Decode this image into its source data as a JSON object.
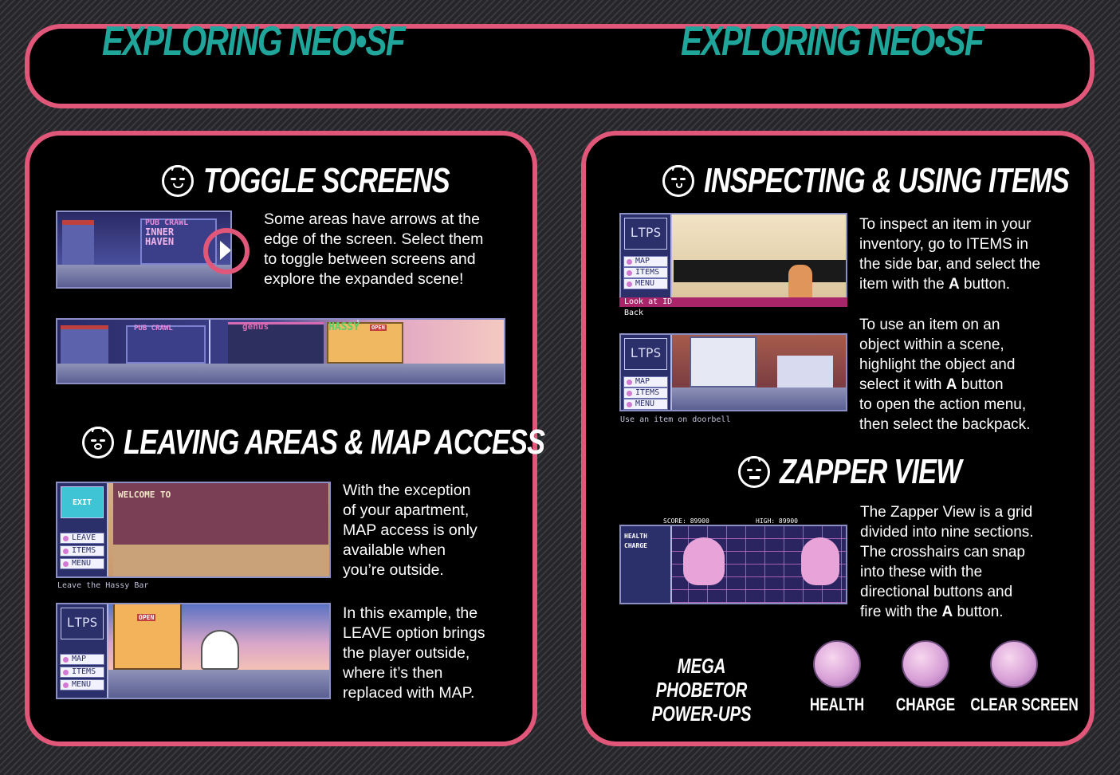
{
  "header": {
    "title_left": "EXPLORING NEO•SF",
    "title_right": "EXPLORING NEO•SF"
  },
  "colors": {
    "accent_border": "#e0577a",
    "title_teal": "#1fa59a",
    "panel_bg": "#000000"
  },
  "left": {
    "toggle": {
      "heading": "TOGGLE SCREENS",
      "icon": "smiley-face-icon",
      "text": "Some areas have arrows at the\nedge of the screen. Select them\nto toggle between screens and\nexplore the expanded scene!",
      "shot_signs": {
        "pub_crawl": "PUB CRAWL",
        "inner": "INNER",
        "haven": "HAVEN"
      },
      "strip_signs": {
        "pub_crawl": "PUB CRAWL",
        "genus": "genus",
        "hassy": "HASSY",
        "open": "OPEN"
      }
    },
    "leaving": {
      "heading": "LEAVING AREAS & MAP ACCESS",
      "icon": "shocked-face-icon",
      "text1": "With the exception\nof your apartment,\nMAP access is only\navailable when\nyou’re outside.",
      "text2": "In this example, the\nLEAVE option brings\nthe player outside,\nwhere it’s then\nreplaced with MAP.",
      "shot1": {
        "logo": "EXIT",
        "menu": [
          "LEAVE",
          "ITEMS",
          "MENU"
        ],
        "sign": "WELCOME TO",
        "caption": "Leave the Hassy Bar"
      },
      "shot2": {
        "logo": "LTPS",
        "menu": [
          "MAP",
          "ITEMS",
          "MENU"
        ],
        "sign": "OPEN"
      }
    }
  },
  "right": {
    "inspect": {
      "heading": "INSPECTING & USING ITEMS",
      "icon": "calm-face-icon",
      "text1": "To inspect an item in your\ninventory, go to ITEMS in\nthe side bar, and select the\nitem with the ",
      "text1_key": "A",
      "text1_end": " button.",
      "text2a": "To use an item on an\nobject within a scene,\nhighlight the object and\nselect it with ",
      "text2_key": "A",
      "text2b": " button\nto open the action menu,\nthen select the backpack.",
      "shot1": {
        "logo": "LTPS",
        "menu": [
          "MAP",
          "ITEMS",
          "MENU"
        ],
        "options": [
          "Look at ID",
          "Back"
        ]
      },
      "shot2": {
        "logo": "LTPS",
        "menu": [
          "MAP",
          "ITEMS",
          "MENU"
        ],
        "caption": "Use an item on doorbell"
      }
    },
    "zapper": {
      "heading": "ZAPPER VIEW",
      "icon": "grimace-face-icon",
      "text_a": "The Zapper View is a grid\ndivided into nine sections.\nThe crosshairs can snap\ninto these with the\ndirectional buttons and\nfire with the ",
      "text_key": "A",
      "text_b": " button.",
      "hud": {
        "score": "SCORE: 89900",
        "high": "HIGH: 89900",
        "health": "HEALTH",
        "charge": "CHARGE"
      }
    },
    "powerups": {
      "title_line1": "MEGA PHOBETOR",
      "title_line2": "POWER-UPS",
      "items": [
        {
          "label": "HEALTH",
          "icon": "health-powerup-icon"
        },
        {
          "label": "CHARGE",
          "icon": "charge-powerup-icon"
        },
        {
          "label": "CLEAR SCREEN",
          "icon": "clear-screen-powerup-icon"
        }
      ]
    }
  }
}
